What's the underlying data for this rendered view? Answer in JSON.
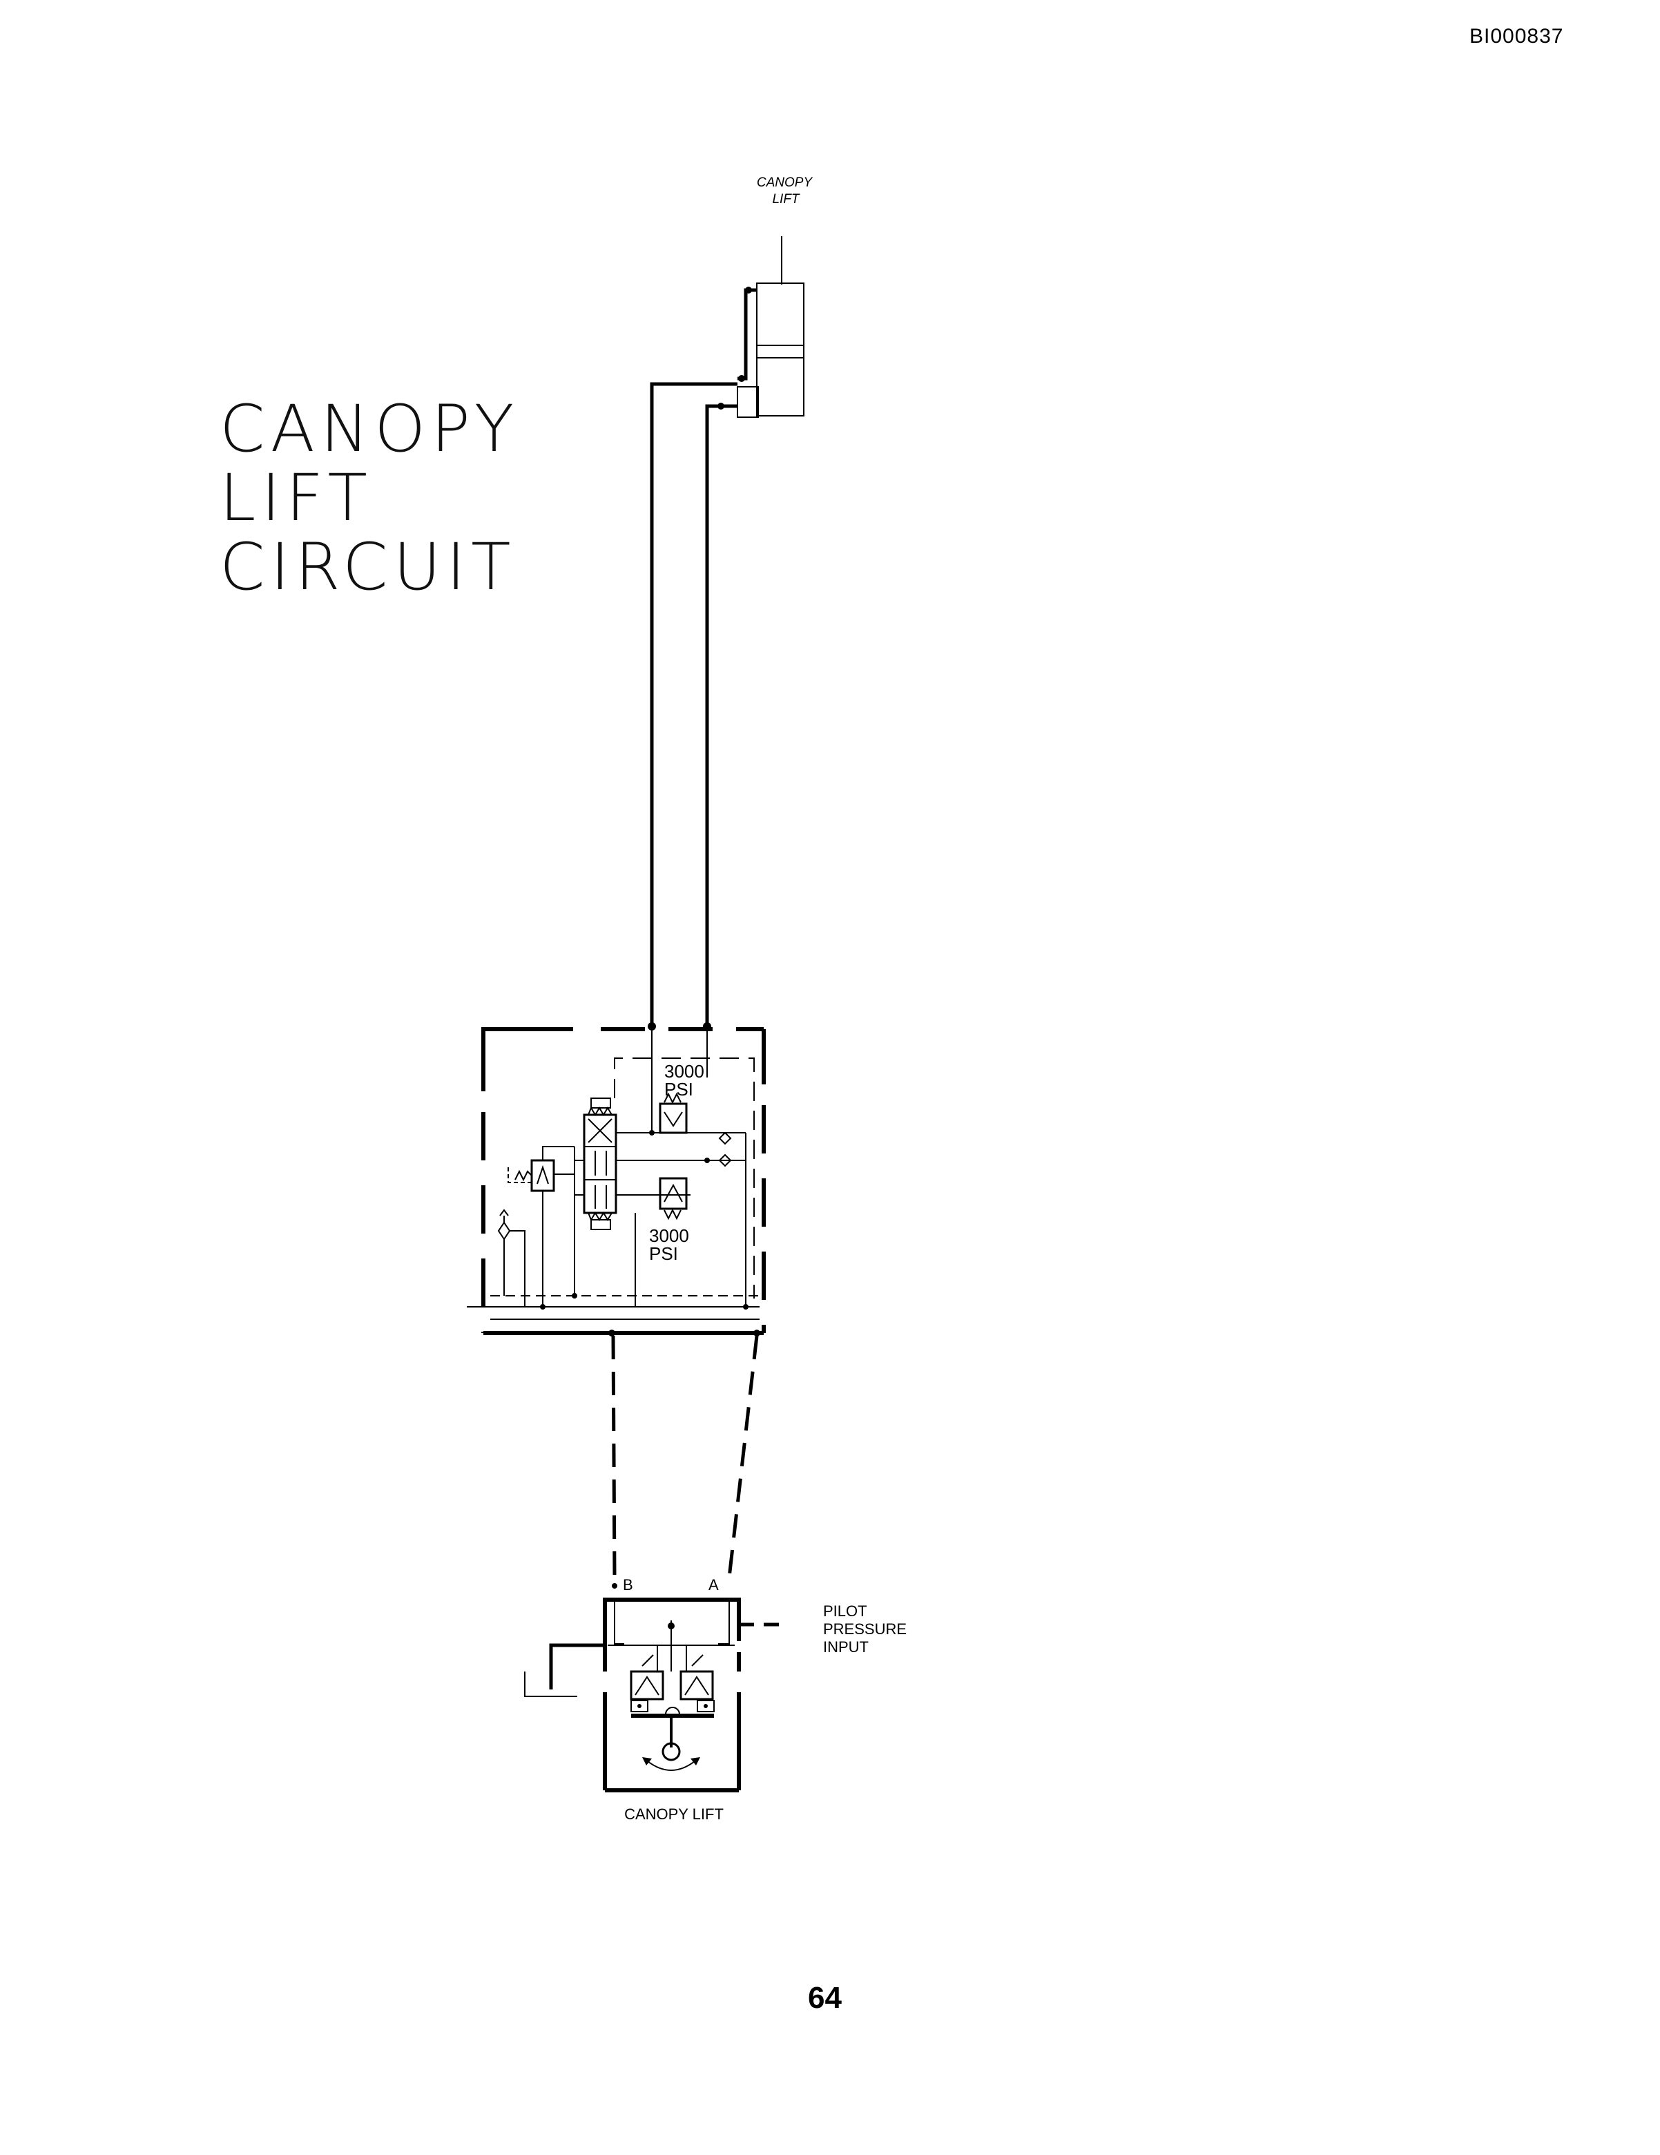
{
  "document": {
    "id": "BI000837",
    "page_number": "64"
  },
  "title": {
    "line1": "CANOPY",
    "line2": "LIFT",
    "line3": "CIRCUIT"
  },
  "cylinder": {
    "label_line1": "CANOPY",
    "label_line2": "LIFT"
  },
  "valve_block": {
    "relief_upper": {
      "value": "3000",
      "unit": "PSI"
    },
    "relief_lower": {
      "value": "3000",
      "unit": "PSI"
    }
  },
  "pilot_control": {
    "port_b": "B",
    "port_a": "A",
    "pilot_label_line1": "PILOT",
    "pilot_label_line2": "PRESSURE",
    "pilot_label_line3": "INPUT",
    "caption": "CANOPY LIFT"
  }
}
